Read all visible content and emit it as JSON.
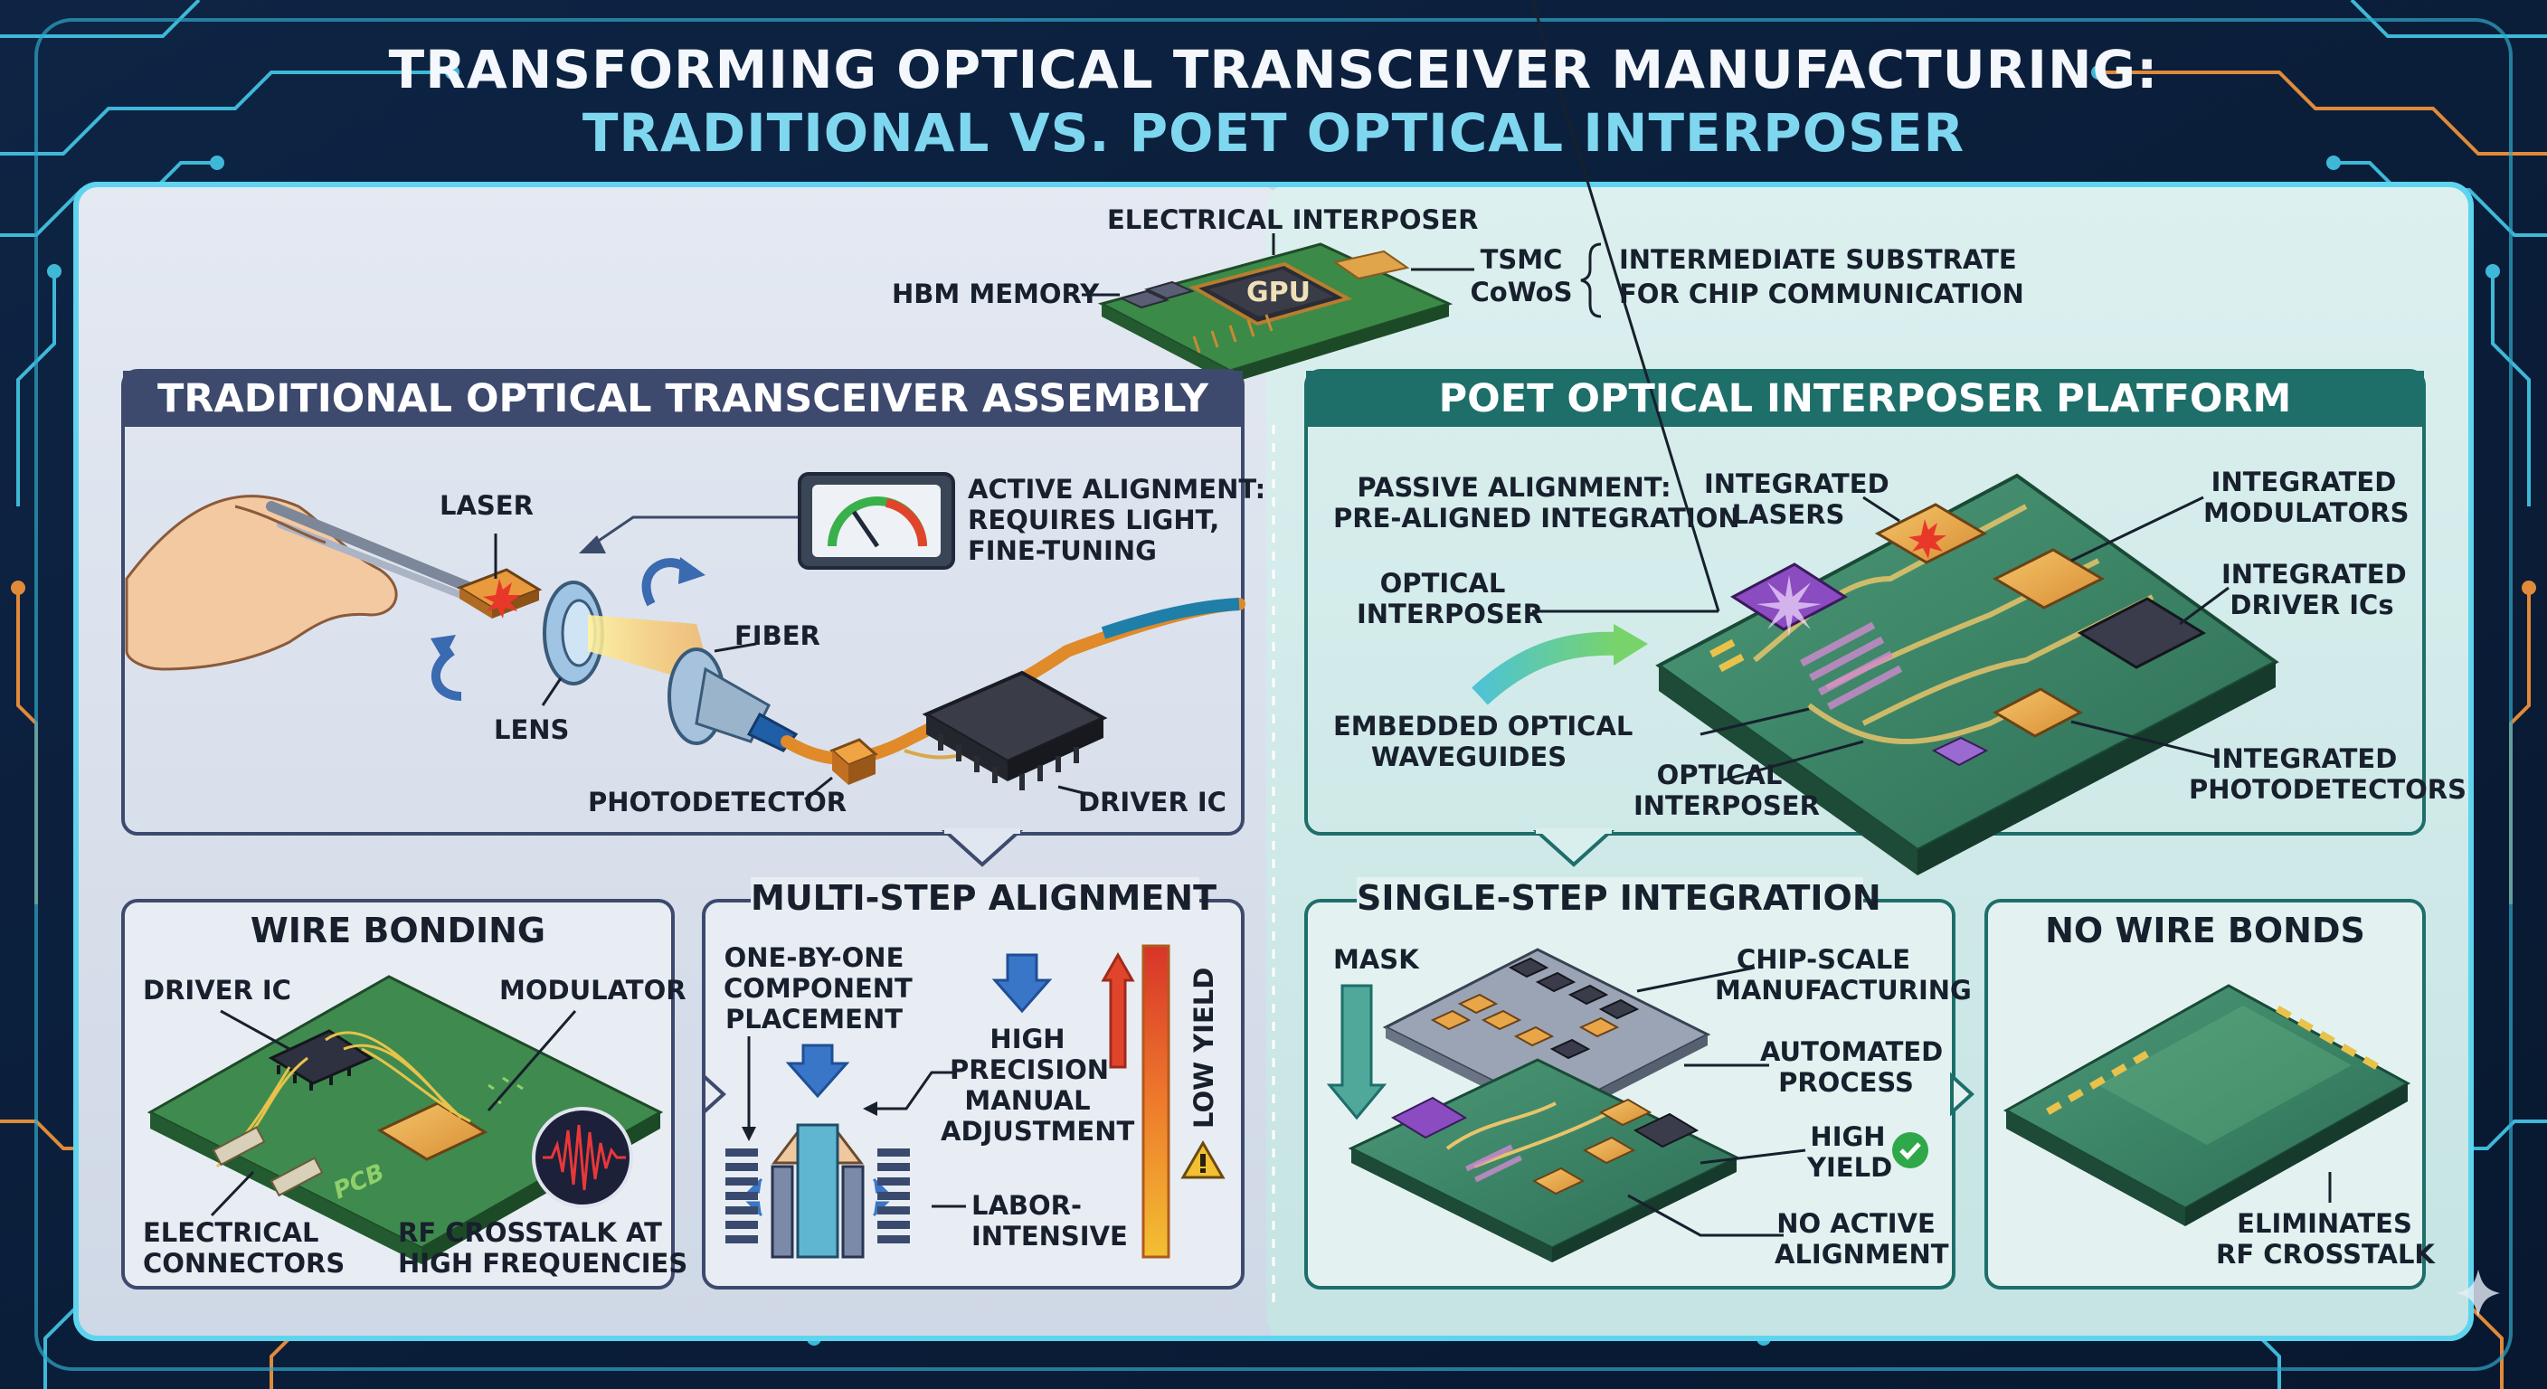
{
  "title": {
    "line1": "TRANSFORMING OPTICAL TRANSCEIVER MANUFACTURING:",
    "line2": "TRADITIONAL VS. POET OPTICAL INTERPOSER"
  },
  "top": {
    "electrical_interposer": "ELECTRICAL INTERPOSER",
    "hbm_memory": "HBM MEMORY",
    "gpu": "GPU",
    "tsmc_cowos_line1": "TSMC",
    "tsmc_cowos_line2": "CoWoS",
    "substrate_line1": "INTERMEDIATE SUBSTRATE",
    "substrate_line2": "FOR CHIP COMMUNICATION"
  },
  "traditional": {
    "header": "TRADITIONAL OPTICAL TRANSCEIVER ASSEMBLY",
    "laser": "LASER",
    "lens": "LENS",
    "fiber": "FIBER",
    "photodetector": "PHOTODETECTOR",
    "driver_ic": "DRIVER IC",
    "active_alignment_line1": "ACTIVE ALIGNMENT:",
    "active_alignment_line2": "REQUIRES LIGHT,",
    "active_alignment_line3": "FINE-TUNING"
  },
  "wire_bonding": {
    "title": "WIRE BONDING",
    "driver_ic": "DRIVER IC",
    "modulator": "MODULATOR",
    "pcb": "PCB",
    "electrical_connectors_line1": "ELECTRICAL",
    "electrical_connectors_line2": "CONNECTORS",
    "rf_line1": "RF CROSSTALK AT",
    "rf_line2": "HIGH FREQUENCIES"
  },
  "multi_step": {
    "title": "MULTI-STEP ALIGNMENT",
    "placement_line1": "ONE-BY-ONE",
    "placement_line2": "COMPONENT",
    "placement_line3": "PLACEMENT",
    "precision_line1": "HIGH",
    "precision_line2": "PRECISION",
    "precision_line3": "MANUAL",
    "precision_line4": "ADJUSTMENT",
    "low_yield": "LOW YIELD",
    "labor_line1": "LABOR-",
    "labor_line2": "INTENSIVE"
  },
  "poet": {
    "header": "POET OPTICAL INTERPOSER PLATFORM",
    "passive_line1": "PASSIVE ALIGNMENT:",
    "passive_line2": "PRE-ALIGNED INTEGRATION",
    "integrated_lasers_line1": "INTEGRATED",
    "integrated_lasers_line2": "LASERS",
    "integrated_modulators_line1": "INTEGRATED",
    "integrated_modulators_line2": "MODULATORS",
    "integrated_driver_line1": "INTEGRATED",
    "integrated_driver_line2": "DRIVER ICs",
    "optical_interposer_left_line1": "OPTICAL",
    "optical_interposer_left_line2": "INTERPOSER",
    "embedded_line1": "EMBEDDED OPTICAL",
    "embedded_line2": "WAVEGUIDES",
    "optical_interposer_bottom_line1": "OPTICAL",
    "optical_interposer_bottom_line2": "INTERPOSER",
    "integrated_pd_line1": "INTEGRATED",
    "integrated_pd_line2": "PHOTODETECTORS"
  },
  "single_step": {
    "title": "SINGLE-STEP INTEGRATION",
    "mask": "MASK",
    "chip_scale_line1": "CHIP-SCALE",
    "chip_scale_line2": "MANUFACTURING",
    "automated_line1": "AUTOMATED",
    "automated_line2": "PROCESS",
    "high_yield_line1": "HIGH",
    "high_yield_line2": "YIELD",
    "no_active_line1": "NO ACTIVE",
    "no_active_line2": "ALIGNMENT"
  },
  "no_wire_bonds": {
    "title": "NO WIRE BONDS",
    "eliminates_line1": "ELIMINATES",
    "eliminates_line2": "RF CROSSTALK"
  },
  "colors": {
    "background": "#0b1e38",
    "circuit_cyan": "#3fb8d8",
    "circuit_orange": "#e08a3a",
    "traditional_header": "#3d4a6e",
    "poet_header": "#1e6e6a",
    "panel_left": "#e1e7f0",
    "panel_right": "#d9efee",
    "pcb_green": "#3f8a4e",
    "chip_gold": "#e8a648",
    "yield_check": "#2fa84a"
  }
}
